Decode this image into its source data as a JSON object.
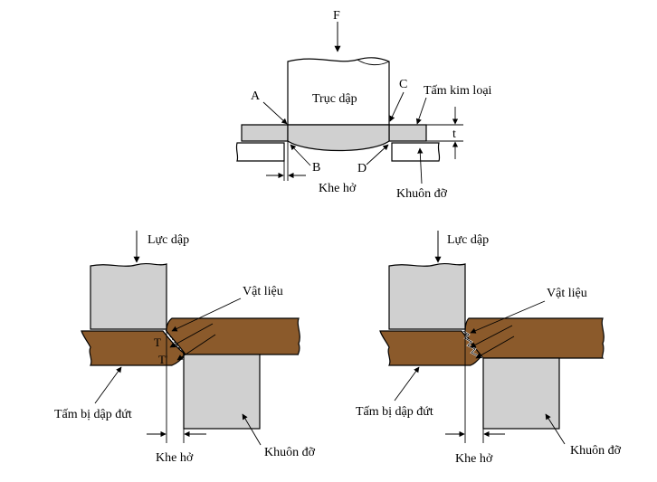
{
  "top_figure": {
    "force_label": "F",
    "punch_label": "Trục dập",
    "sheet_label": "Tấm kim loại",
    "thickness_label": "t",
    "gap_label": "Khe hở",
    "die_label": "Khuôn đỡ",
    "point_a": "A",
    "point_b": "B",
    "point_c": "C",
    "point_d": "D"
  },
  "left_figure": {
    "force_label": "Lực dập",
    "material_label": "Vật liệu",
    "sheet_label": "Tấm bị dập đứt",
    "gap_label": "Khe hở",
    "die_label": "Khuôn đỡ",
    "crack_label_1": "T",
    "crack_label_2": "T'"
  },
  "right_figure": {
    "force_label": "Lực dập",
    "material_label": "Vật liệu",
    "sheet_label": "Tấm bị dập đứt",
    "gap_label": "Khe hở",
    "die_label": "Khuôn đỡ"
  },
  "colors": {
    "metal": "#8b5a2b",
    "tool": "#d0d0d0"
  }
}
